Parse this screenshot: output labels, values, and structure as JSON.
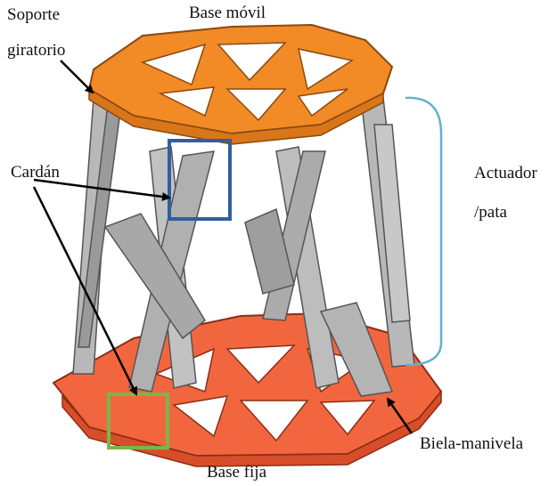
{
  "labels": {
    "moving_base": "Base móvil",
    "swivel_support_line1": "Soporte",
    "swivel_support_line2": "giratorio",
    "universal_joint": "Cardán",
    "actuator_line1": "Actuador",
    "actuator_line2": "/pata",
    "crank_rod": "Biela-manivela",
    "fixed_base": "Base fija"
  },
  "colors": {
    "moving_base": "#f28a25",
    "fixed_base": "#f2663f",
    "legs": "#b8b8b8",
    "leg_dark": "#7a7a7a",
    "highlight_top": "#2f5f9e",
    "highlight_bottom": "#7ab648",
    "brace": "#5fb4c8",
    "arrows": "#000000"
  }
}
